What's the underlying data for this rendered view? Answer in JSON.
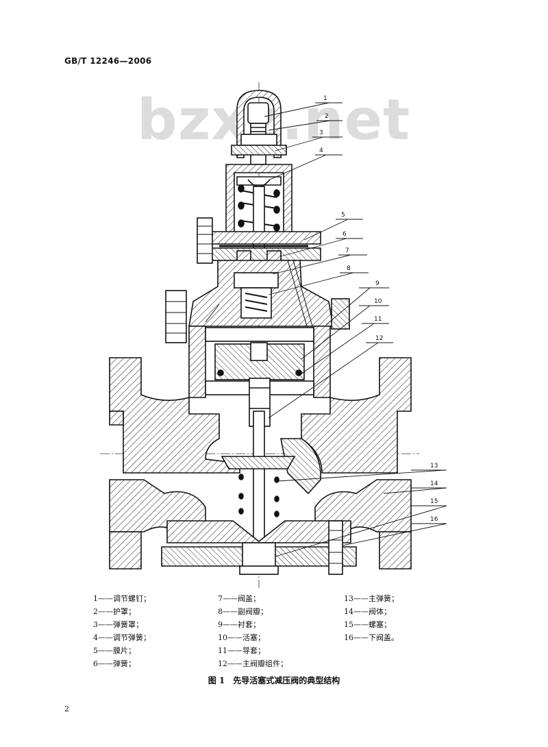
{
  "header": {
    "standard_code": "GB/T 12246—2006"
  },
  "watermark": {
    "text": "bzxz.net"
  },
  "figure": {
    "callouts": [
      "1",
      "2",
      "3",
      "4",
      "5",
      "6",
      "7",
      "8",
      "9",
      "10",
      "11",
      "12",
      "13",
      "14",
      "15",
      "16"
    ]
  },
  "legend": {
    "columns": [
      [
        "1——调节螺钉；",
        "2——护罩；",
        "3——弹簧罩；",
        "4——调节弹簧；",
        "5——膜片；",
        "6——弹簧；"
      ],
      [
        "7——阀盖；",
        "8——副阀瓣；",
        "9——衬套；",
        "10——活塞；",
        "11——导套；",
        "12——主阀瓣组件；"
      ],
      [
        "13——主弹簧；",
        "14——阀体；",
        "15——螺塞；",
        "16——下阀盖。"
      ]
    ]
  },
  "caption": {
    "text": "图 1　先导活塞式减压阀的典型结构"
  },
  "page_number": "2"
}
